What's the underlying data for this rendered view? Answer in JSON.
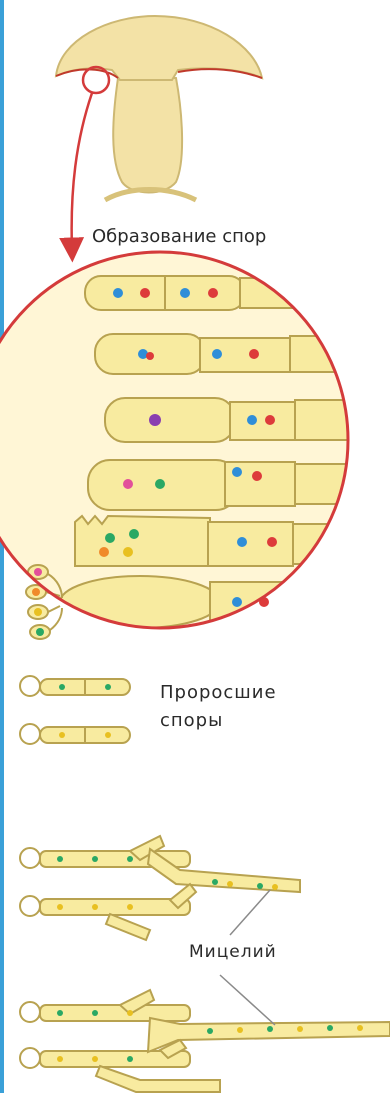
{
  "labels": {
    "spore_formation": "Образование спор",
    "germinated_1": "Проросшие",
    "germinated_2": "споры",
    "mycelium": "Мицелий"
  },
  "colors": {
    "cell_fill": "#f8eba0",
    "cell_stroke": "#b8a250",
    "mushroom_fill": "#f3e2a6",
    "accent_red": "#d43b3b",
    "left_border": "#3aa0d8",
    "nucleus_blue": "#2f8ed8",
    "nucleus_red": "#dd3b3b",
    "nucleus_purple": "#8a3fb0",
    "nucleus_pink": "#e2509a",
    "nucleus_green": "#2aa864",
    "nucleus_orange": "#f08a2a",
    "nucleus_yellow": "#e8c020"
  }
}
